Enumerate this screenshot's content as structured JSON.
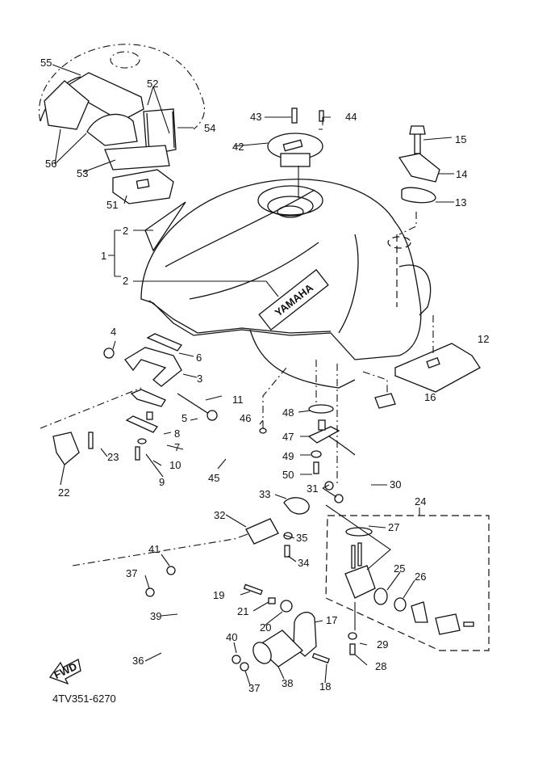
{
  "diagram": {
    "title": "Fuel tank exploded parts diagram",
    "drawing_code": "4TV351-6270",
    "forward_indicator": "FWD",
    "brand_emblem": "YAMAHA",
    "callouts": {
      "c1": "1",
      "c2a": "2",
      "c2b": "2",
      "c3": "3",
      "c4": "4",
      "c5": "5",
      "c6": "6",
      "c7": "7",
      "c8": "8",
      "c9": "9",
      "c10": "10",
      "c11": "11",
      "c12": "12",
      "c13": "13",
      "c14": "14",
      "c15": "15",
      "c16": "16",
      "c17": "17",
      "c18": "18",
      "c19": "19",
      "c20": "20",
      "c21": "21",
      "c22": "22",
      "c23": "23",
      "c24": "24",
      "c25": "25",
      "c26": "26",
      "c27": "27",
      "c28": "28",
      "c29": "29",
      "c30": "30",
      "c31": "31",
      "c32": "32",
      "c33": "33",
      "c34": "34",
      "c35": "35",
      "c36": "36",
      "c37a": "37",
      "c37b": "37",
      "c38": "38",
      "c39": "39",
      "c40": "40",
      "c41": "41",
      "c42": "42",
      "c43": "43",
      "c44": "44",
      "c45": "45",
      "c46": "46",
      "c47": "47",
      "c48": "48",
      "c49": "49",
      "c50": "50",
      "c51": "51",
      "c52": "52",
      "c53": "53",
      "c54": "54",
      "c55": "55",
      "c56": "56"
    }
  }
}
